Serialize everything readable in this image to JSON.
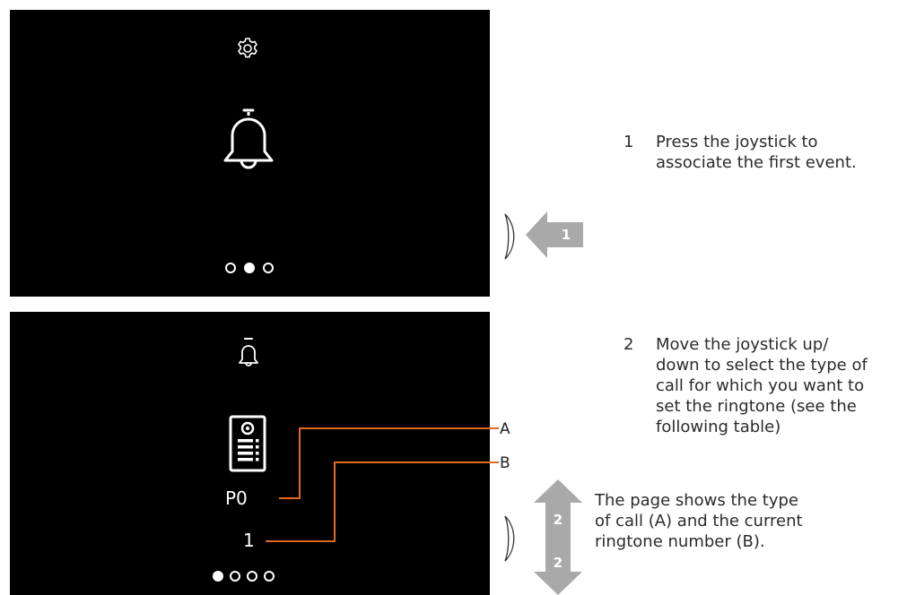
{
  "screen1": {
    "icons": {
      "top": "gear-icon",
      "center": "bell-icon"
    },
    "pager": {
      "count": 3,
      "active_index": 1
    }
  },
  "screen2": {
    "icons": {
      "top": "bell-icon",
      "center": "entrance-panel-icon"
    },
    "call_type": "P0",
    "ringtone_number": "1",
    "pager": {
      "count": 4,
      "active_index": 0
    }
  },
  "callouts": {
    "a": "A",
    "b": "B"
  },
  "badges": {
    "press": "1",
    "up": "2",
    "down": "2"
  },
  "steps": [
    {
      "number": "1",
      "lines": [
        "Press the joystick to",
        "associate the first event."
      ]
    },
    {
      "number": "2",
      "lines": [
        "Move the joystick up/",
        "down to select the type of",
        "call for which you want to",
        "set the ringtone (see the",
        "following table)"
      ]
    }
  ],
  "note": {
    "lines": [
      "The page shows the type",
      "of call (A) and the current",
      "ringtone number (B)."
    ]
  },
  "colors": {
    "callout_line": "#e06a1e",
    "arrow_gray": "#a9a9a9",
    "screen_bg": "#000000"
  }
}
